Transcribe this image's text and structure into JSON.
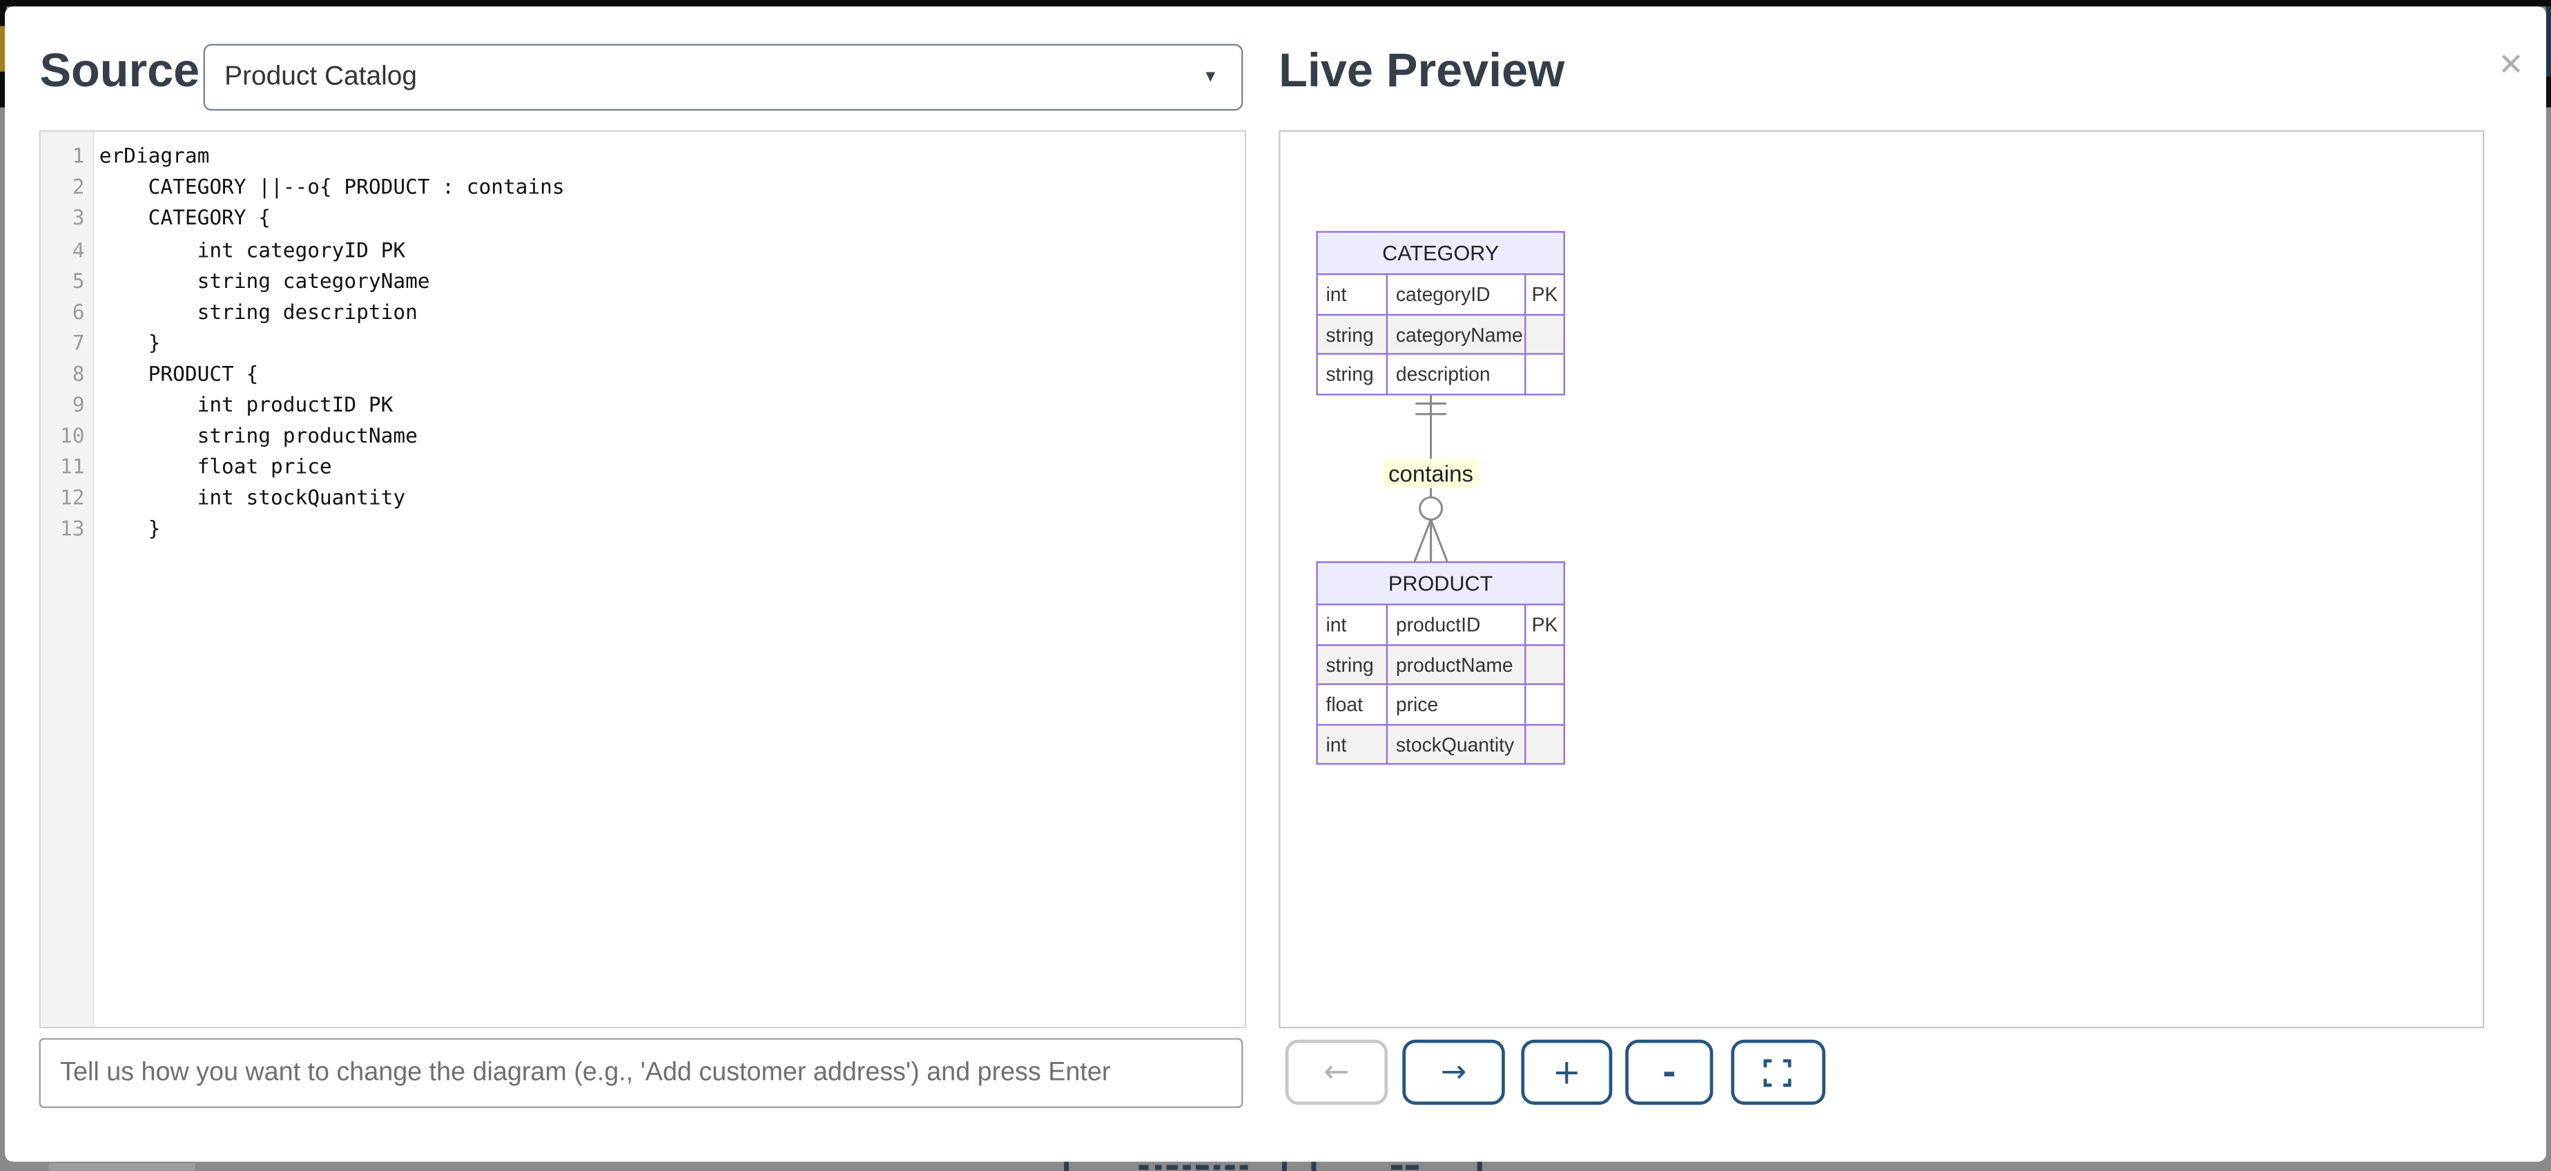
{
  "colors": {
    "accent_navy": "#27557e",
    "er_border_purple": "#9370DB",
    "er_header_bg": "#ececff",
    "er_alt_row_bg": "#f2f2f2",
    "relation_label_bg": "#ffffde",
    "title_color": "#343f4a"
  },
  "source_panel": {
    "title": "Source",
    "diagram_select": {
      "value": "Product Catalog",
      "caret_icon": "▼"
    },
    "editor": {
      "lines": [
        {
          "num": "1",
          "text": "erDiagram"
        },
        {
          "num": "2",
          "text": "    CATEGORY ||--o{ PRODUCT : contains"
        },
        {
          "num": "3",
          "text": "    CATEGORY {"
        },
        {
          "num": "4",
          "text": "        int categoryID PK"
        },
        {
          "num": "5",
          "text": "        string categoryName"
        },
        {
          "num": "6",
          "text": "        string description"
        },
        {
          "num": "7",
          "text": "    }"
        },
        {
          "num": "8",
          "text": "    PRODUCT {"
        },
        {
          "num": "9",
          "text": "        int productID PK"
        },
        {
          "num": "10",
          "text": "        string productName"
        },
        {
          "num": "11",
          "text": "        float price"
        },
        {
          "num": "12",
          "text": "        int stockQuantity"
        },
        {
          "num": "13",
          "text": "    }"
        }
      ]
    },
    "prompt": {
      "placeholder": "Tell us how you want to change the diagram (e.g., 'Add customer address') and press Enter"
    }
  },
  "preview_panel": {
    "title": "Live Preview",
    "close_icon": "✕",
    "diagram": {
      "entities": [
        {
          "name": "CATEGORY",
          "rows": [
            {
              "type": "int",
              "attr": "categoryID",
              "key": "PK"
            },
            {
              "type": "string",
              "attr": "categoryName",
              "key": ""
            },
            {
              "type": "string",
              "attr": "description",
              "key": ""
            }
          ]
        },
        {
          "name": "PRODUCT",
          "rows": [
            {
              "type": "int",
              "attr": "productID",
              "key": "PK"
            },
            {
              "type": "string",
              "attr": "productName",
              "key": ""
            },
            {
              "type": "float",
              "attr": "price",
              "key": ""
            },
            {
              "type": "int",
              "attr": "stockQuantity",
              "key": ""
            }
          ]
        }
      ],
      "relationship": {
        "from": "CATEGORY",
        "to": "PRODUCT",
        "label": "contains",
        "cardinality": "||--o{"
      }
    },
    "toolbar": {
      "undo": "←",
      "redo": "→",
      "zoom_in": "+",
      "zoom_out": "-"
    }
  }
}
